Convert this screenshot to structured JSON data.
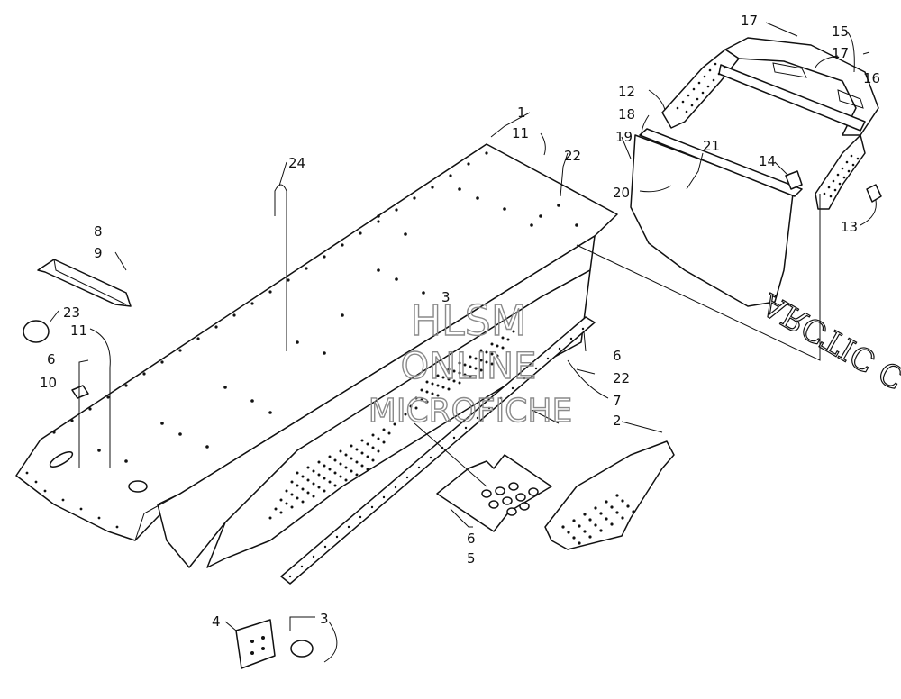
{
  "watermark": {
    "line1": "HLSM",
    "line2": "ONLINE",
    "line3": "MICROFICHE"
  },
  "decal_text": "ARCTIC CAT",
  "callouts": [
    {
      "id": "c1",
      "label": "1"
    },
    {
      "id": "c2",
      "label": "2"
    },
    {
      "id": "c3a",
      "label": "3"
    },
    {
      "id": "c3b",
      "label": "3"
    },
    {
      "id": "c4",
      "label": "4"
    },
    {
      "id": "c5",
      "label": "5"
    },
    {
      "id": "c6a",
      "label": "6"
    },
    {
      "id": "c6b",
      "label": "6"
    },
    {
      "id": "c6c",
      "label": "6"
    },
    {
      "id": "c7",
      "label": "7"
    },
    {
      "id": "c8",
      "label": "8"
    },
    {
      "id": "c9",
      "label": "9"
    },
    {
      "id": "c10",
      "label": "10"
    },
    {
      "id": "c11a",
      "label": "11"
    },
    {
      "id": "c11b",
      "label": "11"
    },
    {
      "id": "c12",
      "label": "12"
    },
    {
      "id": "c13",
      "label": "13"
    },
    {
      "id": "c14",
      "label": "14"
    },
    {
      "id": "c15",
      "label": "15"
    },
    {
      "id": "c16",
      "label": "16"
    },
    {
      "id": "c17a",
      "label": "17"
    },
    {
      "id": "c17b",
      "label": "17"
    },
    {
      "id": "c18",
      "label": "18"
    },
    {
      "id": "c19",
      "label": "19"
    },
    {
      "id": "c20",
      "label": "20"
    },
    {
      "id": "c21",
      "label": "21"
    },
    {
      "id": "c22a",
      "label": "22"
    },
    {
      "id": "c22b",
      "label": "22"
    },
    {
      "id": "c23",
      "label": "23"
    },
    {
      "id": "c24",
      "label": "24"
    }
  ]
}
